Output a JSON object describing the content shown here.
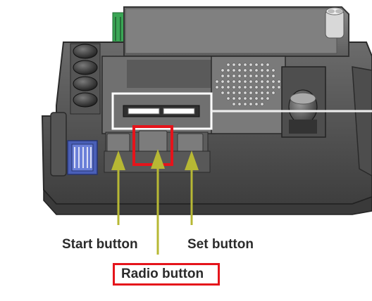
{
  "labels": {
    "start_button": "Start button",
    "set_button": "Set button",
    "radio_button": "Radio button"
  },
  "colors": {
    "highlight_red": "#e5141b",
    "arrow_olive": "#b7b834",
    "connector_green": "#3aa655",
    "housing_dark": "#4a4a4a",
    "housing_mid": "#6a6a6a",
    "dip_switch_blue": "#4a5fb8"
  },
  "icons": {
    "start_arrow": "up-arrow-icon",
    "radio_arrow": "up-arrow-icon",
    "set_arrow": "up-arrow-icon"
  }
}
